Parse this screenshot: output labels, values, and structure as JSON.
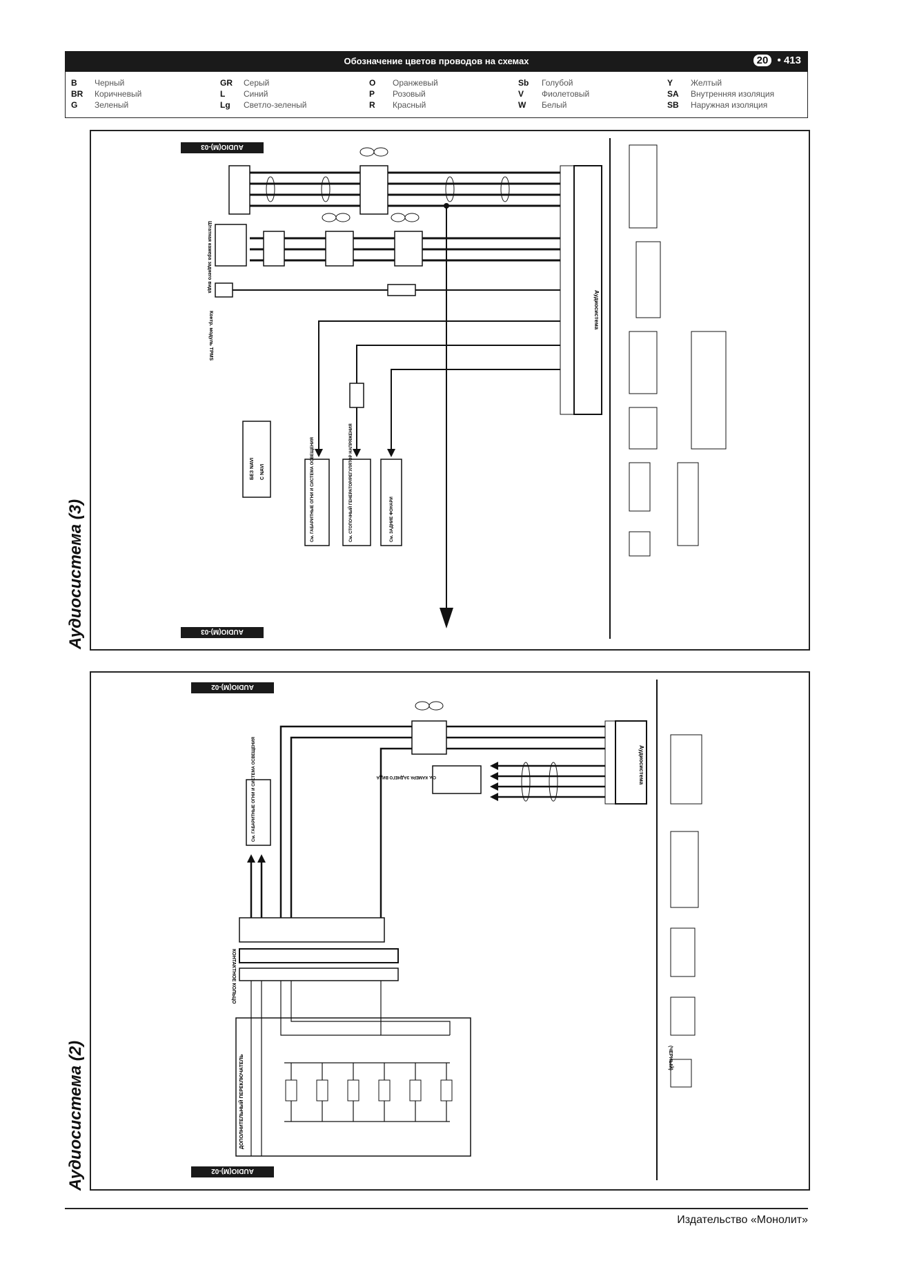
{
  "header": {
    "title": "Обозначение цветов проводов на схемах",
    "chapter": "20",
    "separator": "•",
    "page": "413"
  },
  "legend": [
    [
      {
        "code": "B",
        "name": "Черный"
      },
      {
        "code": "BR",
        "name": "Коричневый"
      },
      {
        "code": "G",
        "name": "Зеленый"
      }
    ],
    [
      {
        "code": "GR",
        "name": "Серый"
      },
      {
        "code": "L",
        "name": "Синий"
      },
      {
        "code": "Lg",
        "name": "Светло-зеленый"
      }
    ],
    [
      {
        "code": "O",
        "name": "Оранжевый"
      },
      {
        "code": "P",
        "name": "Розовый"
      },
      {
        "code": "R",
        "name": "Красный"
      }
    ],
    [
      {
        "code": "Sb",
        "name": "Голубой"
      },
      {
        "code": "V",
        "name": "Фиолетовый"
      },
      {
        "code": "W",
        "name": "Белый"
      }
    ],
    [
      {
        "code": "Y",
        "name": "Желтый"
      },
      {
        "code": "SA",
        "name": "Внутренняя изоляция"
      },
      {
        "code": "SB",
        "name": "Наружная изоляция"
      }
    ]
  ],
  "panel_top": {
    "title": "Аудиосистема (3)",
    "tag": "AUDIO(M)-03",
    "labels": {
      "rear_camera": "Штатная камера заднего вида",
      "control_module": "Контр. модуль TPMS",
      "audio_unit": "Аудиосистема",
      "variant_1": "БЕЗ NAVI",
      "variant_2": "С NAVI",
      "ref_1": "См. ГАБАРИТНЫЕ ОГНИ И СИСТЕМА ОСВЕЩЕНИЯ",
      "ref_2": "См. СТОПОЧНЫЙ ГЕНЕРАТОР/РЕГУЛЯТОР НАПРЯЖЕНИЯ",
      "ref_3": "См. ЗАДНИЕ ФОНАРИ"
    }
  },
  "panel_bottom": {
    "title": "Аудиосистема (2)",
    "tag": "AUDIO(M)-02",
    "labels": {
      "steering_switch": "ДОПОЛНИТЕЛЬНЫЙ ПЕРЕКЛЮЧАТЕЛЬ",
      "contact_ring": "КОНТАКТНОЕ КОЛЬЦО",
      "audio_unit": "Аудиосистема",
      "ref_1": "См. ГАБАРИТНЫЕ ОГНИ И СИСТЕМА ОСВЕЩЕНИЯ",
      "ref_2": "См. КАМЕРА ЗАДНЕГО ВИДА",
      "connector_note": "(ЧЕРНЫЙ)"
    }
  },
  "footer": {
    "publisher": "Издательство «Монолит»"
  }
}
